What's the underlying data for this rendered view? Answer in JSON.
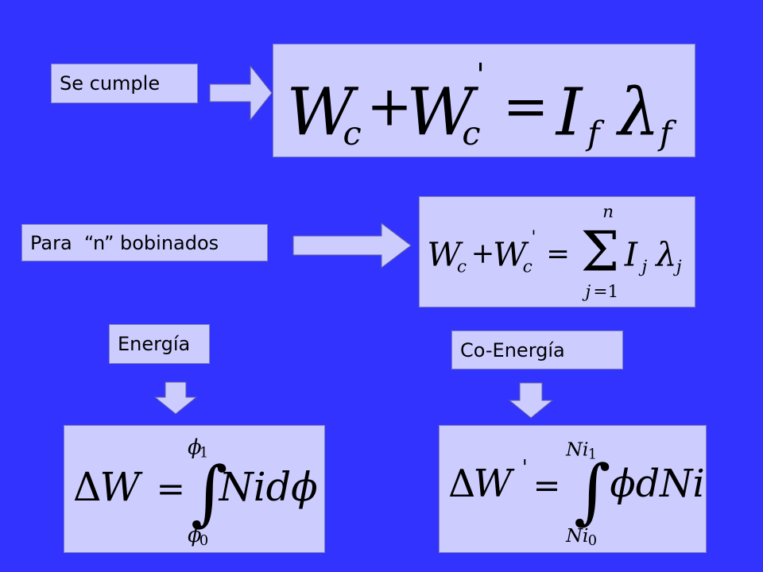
{
  "labels": {
    "se_cumple": "Se cumple",
    "para_n": "Para  “n” bobinados",
    "energia": "Energía",
    "co_energia": "Co-Energía"
  },
  "equations": {
    "eq1": "W_c + W_c' = I_f λ_f",
    "eq2": "W_c + W_c' = Σ_{j=1}^{n} I_j λ_j",
    "eq3": "ΔW = ∫_{φ0}^{φ1} N i dφ",
    "eq4": "ΔW' = ∫_{Ni0}^{Ni1} φ dNi"
  },
  "colors": {
    "background": "#3333ff",
    "box": "#ccccff"
  }
}
